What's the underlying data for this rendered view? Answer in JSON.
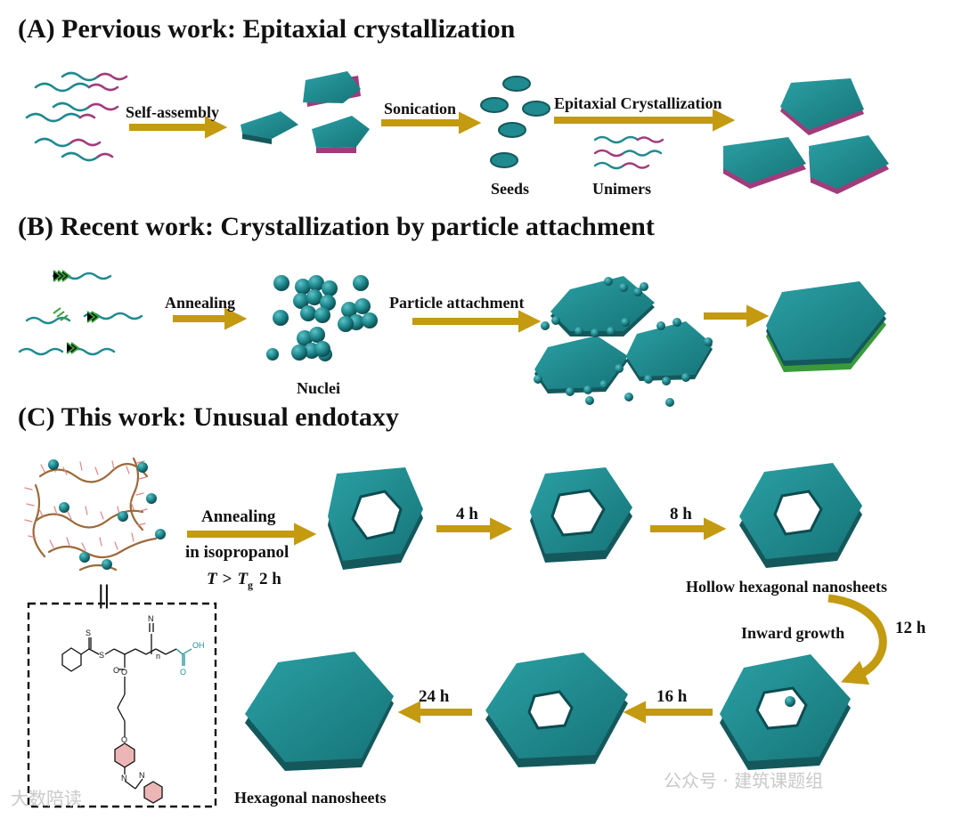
{
  "panel_a": {
    "title": "(A) Pervious work: Epitaxial crystallization",
    "step1": "Self-assembly",
    "step2": "Sonication",
    "step3": "Epitaxial Crystallization",
    "seeds": "Seeds",
    "unimers": "Unimers"
  },
  "panel_b": {
    "title": "(B) Recent work: Crystallization by particle attachment",
    "step1": "Annealing",
    "step2": "Particle attachment",
    "nuclei": "Nuclei"
  },
  "panel_c": {
    "title": "(C) This work: Unusual endotaxy",
    "annealing": "Annealing",
    "solvent": "in isopropanol",
    "cond_T": "T",
    "cond_gt": ">",
    "cond_Tg": "T",
    "cond_g": "g",
    "cond_time": "2 h",
    "t4": "4 h",
    "t8": "8 h",
    "hollow": "Hollow hexagonal nanosheets",
    "inward": "Inward growth",
    "t12": "12 h",
    "t16": "16 h",
    "t24": "24 h",
    "final": "Hexagonal nanosheets",
    "equals": "||",
    "chem_oh": "OH",
    "chem_n": "N",
    "chem_nn": "n",
    "chem_s1": "S",
    "chem_s2": "S",
    "chem_o1": "O",
    "chem_o2": "O",
    "chem_o3": "O",
    "chem_o4": "O",
    "chem_n1": "N",
    "chem_n2": "N"
  },
  "watermarks": {
    "left": "大数陪读",
    "right": "公众号 · 建筑课题组"
  },
  "colors": {
    "teal_top": "#1f8a8f",
    "teal_side": "#14585c",
    "magenta": "#a03c7c",
    "green": "#3a9a3a",
    "arrow": "#c39a10",
    "brown": "#9b6a3a",
    "pink": "#e08585"
  }
}
